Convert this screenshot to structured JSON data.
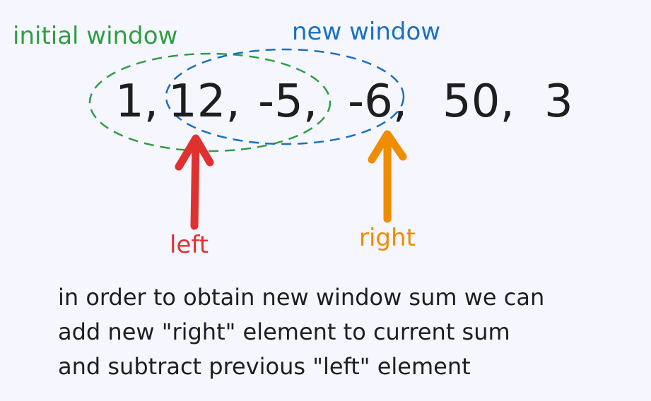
{
  "labels": {
    "initial_window": "initial window",
    "new_window": "new window",
    "left": "left",
    "right": "right"
  },
  "sequence": {
    "items": [
      "1,",
      "12,",
      "-5,",
      "-6,",
      "50,",
      "3"
    ]
  },
  "description": {
    "line1": "in order to obtain new window sum we can",
    "line2": "add new \"right\" element to current sum",
    "line3": "and subtract previous \"left\" element"
  },
  "colors": {
    "background": "#f5f6fe",
    "initial_window": "#2f9e44",
    "new_window": "#1971c2",
    "left_pointer": "#e03131",
    "right_pointer": "#f08c00",
    "text": "#1e1e1e"
  }
}
